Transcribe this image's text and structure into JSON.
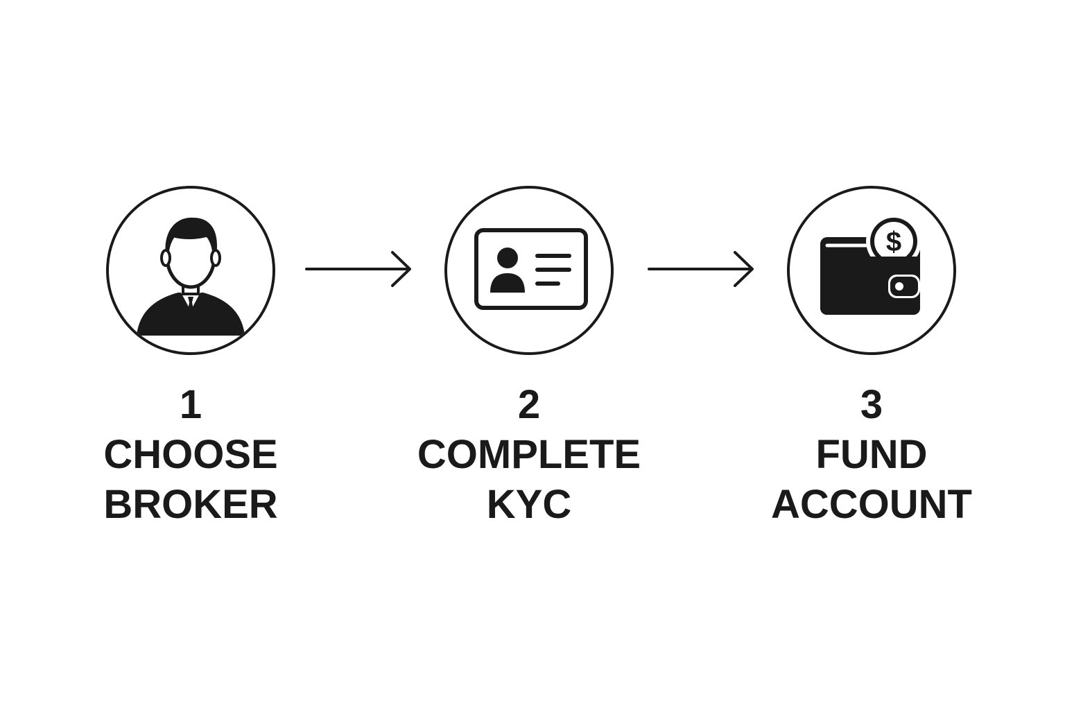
{
  "steps": [
    {
      "number": "1",
      "line1": "CHOOSE",
      "line2": "BROKER",
      "icon": "broker-person-icon"
    },
    {
      "number": "2",
      "line1": "COMPLETE",
      "line2": "KYC",
      "icon": "id-card-icon"
    },
    {
      "number": "3",
      "line1": "FUND",
      "line2": "ACCOUNT",
      "icon": "wallet-dollar-icon"
    }
  ],
  "colors": {
    "ink": "#1a1a1a",
    "background": "#ffffff"
  }
}
